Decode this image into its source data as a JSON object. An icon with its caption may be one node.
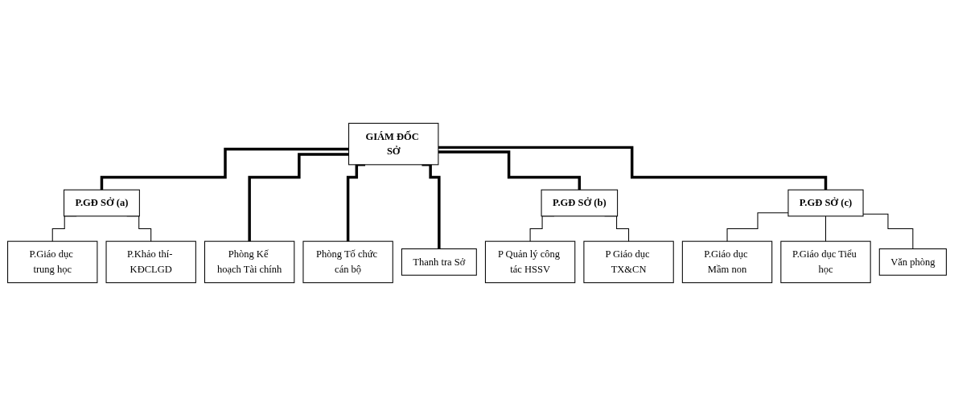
{
  "diagram": {
    "nodes": [
      {
        "text": [
          "GIÁM ĐỐC SỞ"
        ]
      },
      {
        "text": [
          "P.GĐ SỞ (a)"
        ]
      },
      {
        "text": [
          "P.Giáo dục trung học"
        ]
      },
      {
        "text": [
          "P.Khảo thí- KĐCLGD"
        ]
      },
      {
        "text": [
          "Phòng Kế hoạch Tài chính"
        ]
      },
      {
        "text": [
          "Phòng Tố chức cán bộ"
        ]
      },
      {
        "text": [
          "Thanh tra Sở"
        ]
      },
      {
        "text": [
          "P.GĐ SỞ (b)"
        ]
      },
      {
        "text": [
          "P Quản lý công tác HSSV"
        ]
      },
      {
        "text": [
          "P Giáo dục TX&CN"
        ]
      },
      {
        "text": [
          "P.GĐ SỞ (c)"
        ]
      },
      {
        "text": [
          "P.Giáo dục Mầm non"
        ]
      },
      {
        "text": [
          "P.Giáo dục Tiểu học"
        ]
      },
      {
        "text": [
          "Văn phòng"
        ]
      }
    ],
    "edges": [
      {
        "from": 0,
        "to": 1,
        "arrow": "none",
        "style": "thick"
      },
      {
        "from": 0,
        "to": 4,
        "arrow": "none",
        "style": "thick"
      },
      {
        "from": 0,
        "to": 5,
        "arrow": "none",
        "style": "thick"
      },
      {
        "from": 0,
        "to": 6,
        "arrow": "none",
        "style": "thick"
      },
      {
        "from": 0,
        "to": 7,
        "arrow": "none",
        "style": "thick"
      },
      {
        "from": 0,
        "to": 10,
        "arrow": "none",
        "style": "thick"
      },
      {
        "from": 1,
        "to": 2,
        "arrow": "none"
      },
      {
        "from": 1,
        "to": 3,
        "arrow": "none"
      },
      {
        "from": 7,
        "to": 8,
        "arrow": "none"
      },
      {
        "from": 7,
        "to": 9,
        "arrow": "none"
      },
      {
        "from": 10,
        "to": 11,
        "arrow": "none"
      },
      {
        "from": 10,
        "to": 12,
        "arrow": "none"
      },
      {
        "from": 10,
        "to": 13,
        "arrow": "none"
      }
    ]
  }
}
